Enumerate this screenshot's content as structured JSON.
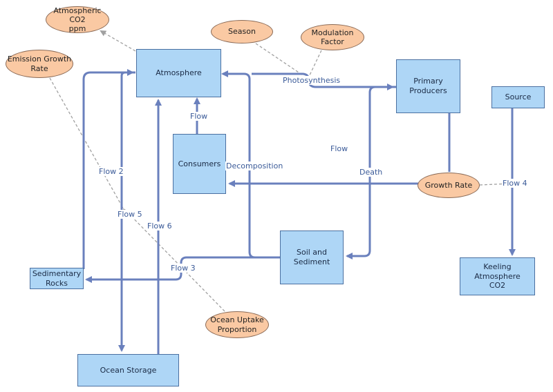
{
  "nodes": {
    "atmosphere": "Atmosphere",
    "primary_producers": "Primary\nProducers",
    "consumers": "Consumers",
    "soil_sediment": "Soil and Sediment",
    "sedimentary_rocks": "Sedimentary\nRocks",
    "ocean_storage": "Ocean Storage",
    "source": "Source",
    "keeling_co2": "Keeling Atmosphere\nCO2"
  },
  "variables": {
    "atmospheric_co2": "Atmospheric CO2\nppm",
    "emission_growth_rate": "Emission Growth\nRate",
    "season": "Season",
    "modulation_factor": "Modulation\nFactor",
    "growth_rate": "Growth Rate",
    "ocean_uptake": "Ocean Uptake\nProportion"
  },
  "flows": {
    "photosynthesis": "Photosynthesis",
    "flow_consumers": "Flow",
    "flow_mid": "Flow",
    "decomposition": "Decomposition",
    "death": "Death",
    "flow_2": "Flow 2",
    "flow_3": "Flow 3",
    "flow_4": "Flow 4",
    "flow_5": "Flow 5",
    "flow_6": "Flow 6"
  },
  "colors": {
    "stock_fill": "#aed6f6",
    "variable_fill": "#fac9a3",
    "flow_line": "#6a80bd",
    "dependency_line": "#a0a0a0"
  }
}
